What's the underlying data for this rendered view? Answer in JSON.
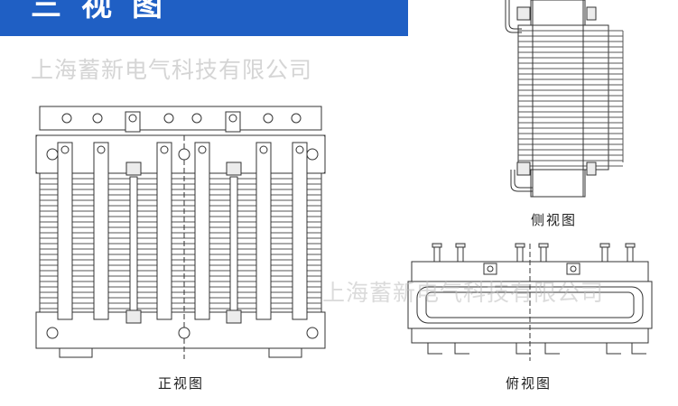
{
  "header": {
    "title": "三视图"
  },
  "watermark": {
    "text": "上海蓄新电气科技有限公司"
  },
  "captions": {
    "front": "正视图",
    "side": "侧视图",
    "top": "俯视图"
  },
  "colors": {
    "banner": "#1f5fc4",
    "line": "#333333",
    "watermark": "#d5d5d5"
  }
}
